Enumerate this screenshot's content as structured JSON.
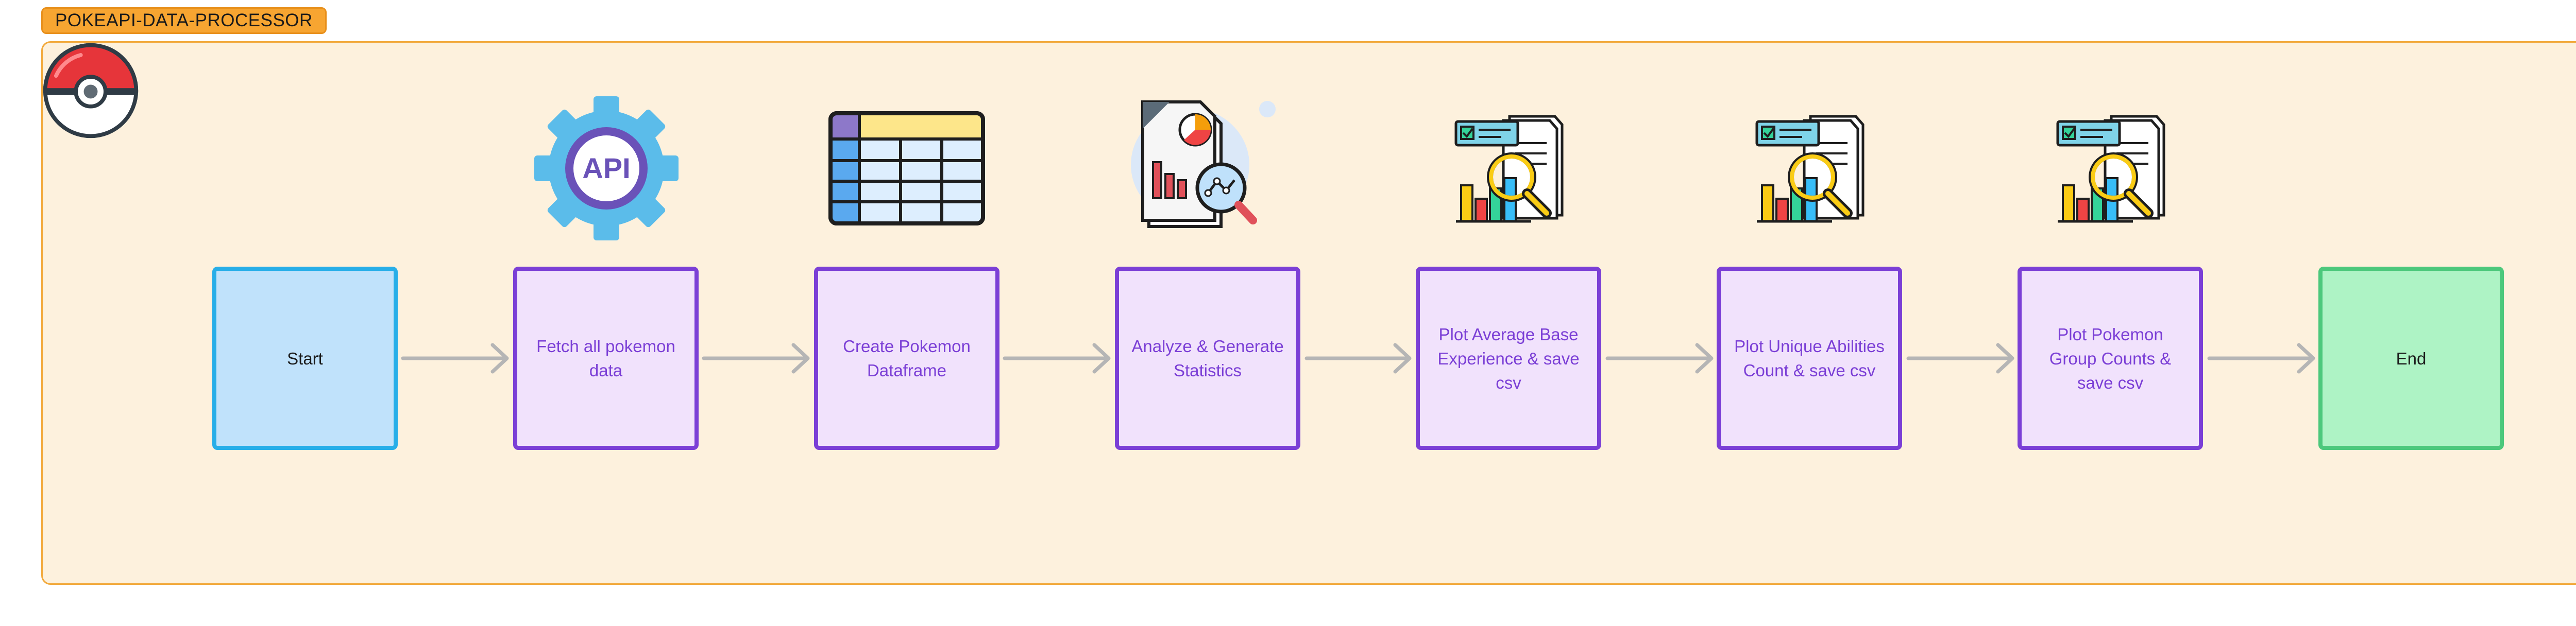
{
  "diagram": {
    "title": "POKEAPI-DATA-PROCESSOR",
    "nodes": [
      {
        "label": "Start",
        "kind": "start"
      },
      {
        "label": "Fetch all pokemon data",
        "kind": "step",
        "icon": "api-gear-icon"
      },
      {
        "label": "Create Pokemon Dataframe",
        "kind": "step",
        "icon": "table-icon"
      },
      {
        "label": "Analyze & Generate Statistics",
        "kind": "step",
        "icon": "report-analysis-icon"
      },
      {
        "label": "Plot Average Base Experience & save csv",
        "kind": "step",
        "icon": "chart-magnifier-icon"
      },
      {
        "label": "Plot Unique Abilities Count & save csv",
        "kind": "step",
        "icon": "chart-magnifier-icon"
      },
      {
        "label": "Plot Pokemon Group Counts & save csv",
        "kind": "step",
        "icon": "chart-magnifier-icon"
      },
      {
        "label": "End",
        "kind": "end"
      }
    ],
    "icon_text": {
      "api": "API"
    },
    "colors": {
      "frame_fill": "#fdf1dd",
      "frame_border": "#f2a93b",
      "step_border": "#7b3fd6",
      "step_fill": "#f1e2fc",
      "start_fill": "#c0e2fb",
      "end_fill": "#aef3c5",
      "arrow": "#b5b5b5"
    }
  }
}
